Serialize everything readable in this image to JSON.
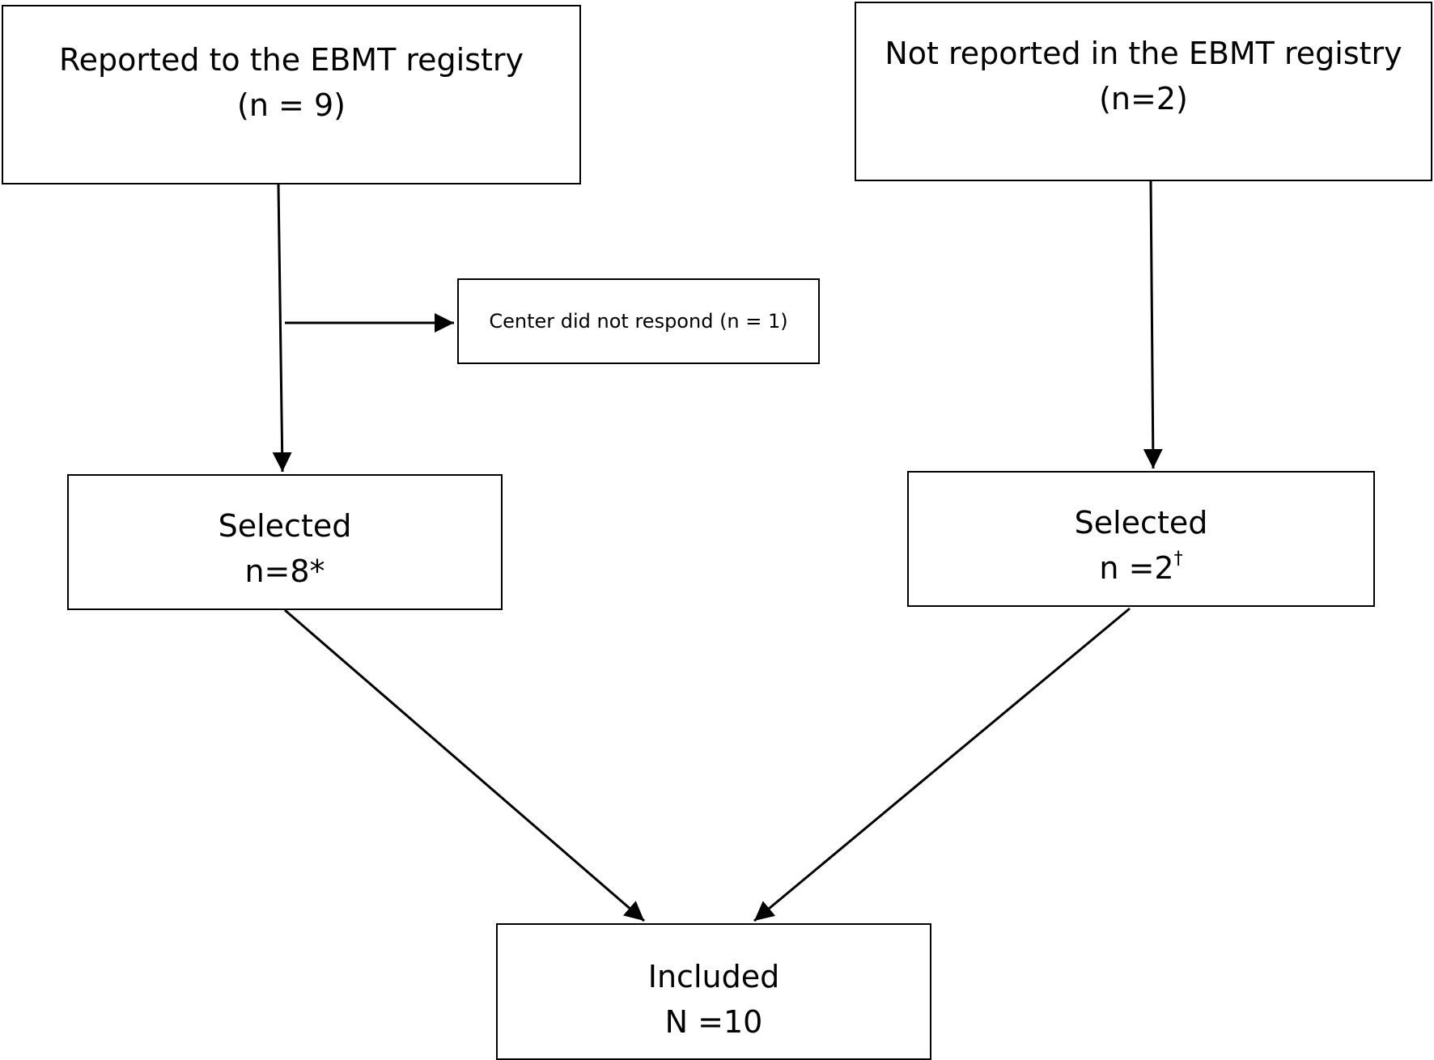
{
  "boxes": {
    "reported": {
      "title": "Reported to the EBMT registry",
      "count": "(n = 9)"
    },
    "not_reported": {
      "title": "Not reported in the EBMT registry",
      "count": "(n=2)"
    },
    "no_response": {
      "text": "Center did not respond (n = 1)"
    },
    "selected_left": {
      "title": "Selected",
      "count": "n=8*"
    },
    "selected_right": {
      "title": "Selected",
      "count": "n =2",
      "footnote_mark": "†"
    },
    "included": {
      "title": "Included",
      "count": "N =10"
    }
  },
  "colors": {
    "stroke": "#000000",
    "background": "#ffffff"
  }
}
